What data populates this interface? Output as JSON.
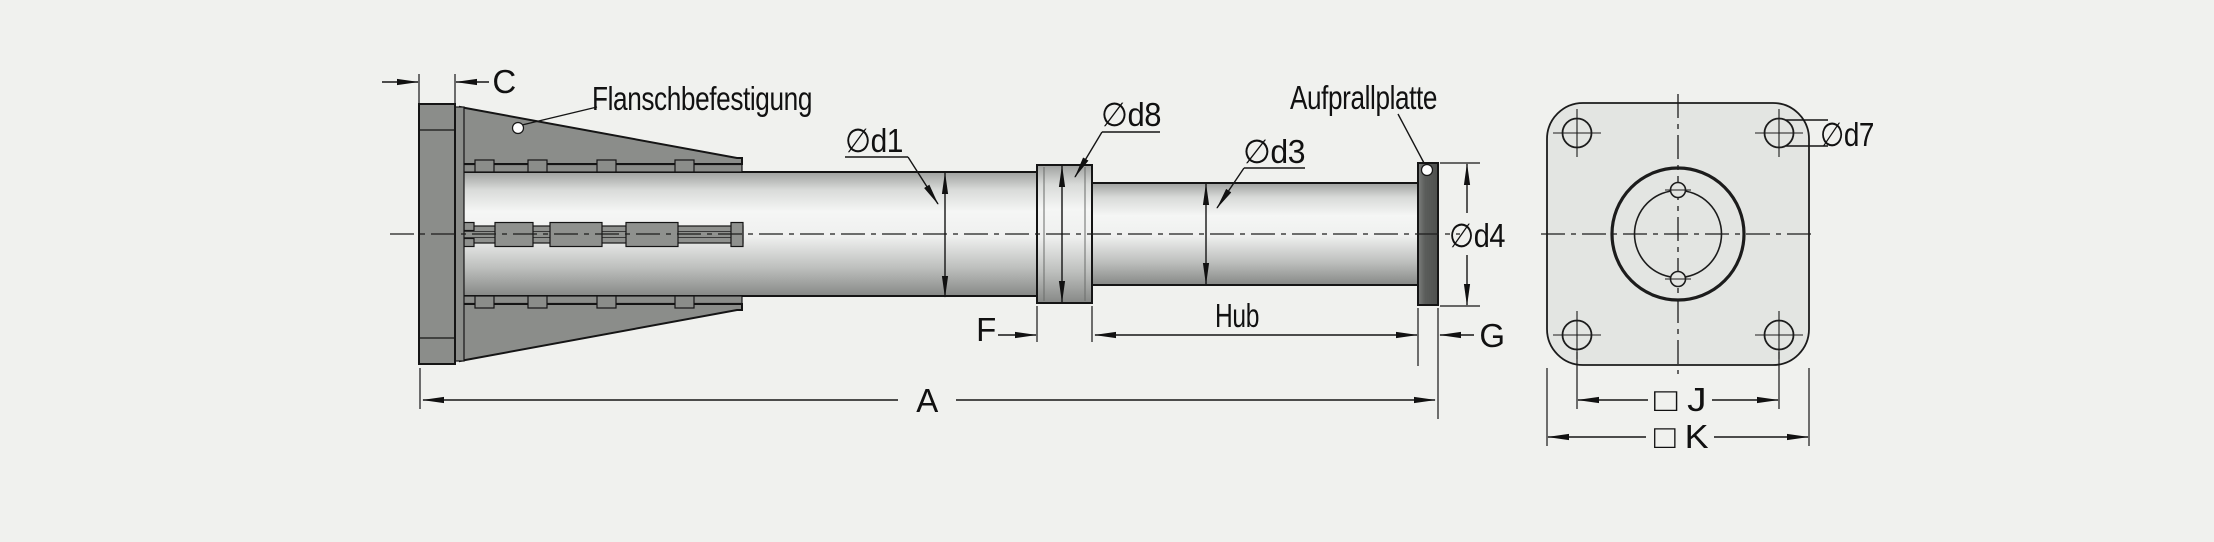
{
  "side_view": {
    "annotations": {
      "c": "C",
      "flange_mounting": "Flanschbefestigung",
      "d1": "∅d1",
      "d8": "∅d8",
      "d3": "∅d3",
      "impact_plate": "Aufprallplatte",
      "d4": "∅d4",
      "f": "F",
      "hub": "Hub",
      "g": "G",
      "a": "A"
    }
  },
  "front_view": {
    "annotations": {
      "d7": "∅d7",
      "j": "□ J",
      "k": "□ K"
    }
  },
  "colors": {
    "background": "#f0f1ee",
    "line": "#151515",
    "dark_part": "#8b8d8a",
    "impact_plate_fill": "#5b5d5b",
    "front_plate_fill": "#e3e5e2",
    "metal_highlight": "#f5f6f5",
    "metal_shadow": "#868886"
  }
}
